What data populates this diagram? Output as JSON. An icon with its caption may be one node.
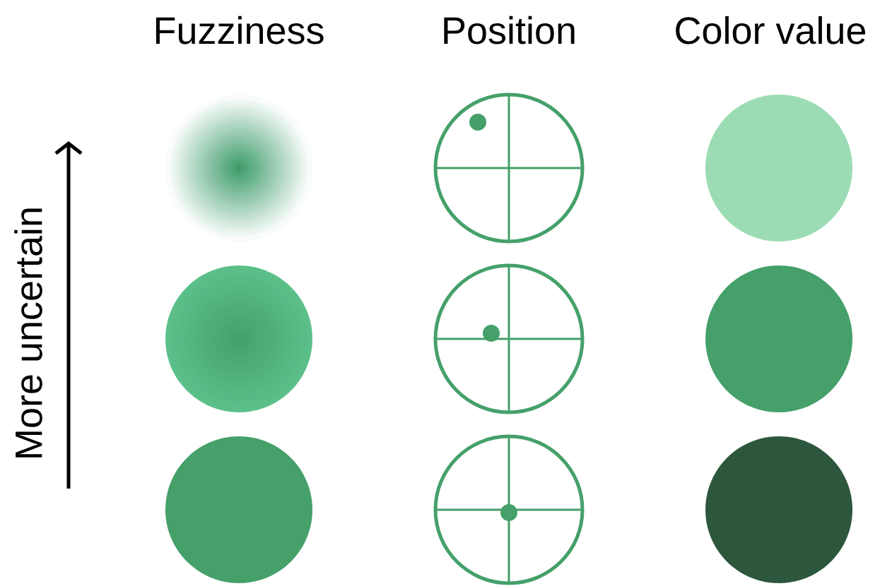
{
  "diagram": {
    "nodes": [
      {
        "text": [],
        "shape": "circle"
      },
      {
        "text": [],
        "shape": "circle"
      },
      {
        "text": [],
        "shape": "circle"
      },
      {
        "text": [],
        "shape": "circle"
      },
      {
        "text": [],
        "shape": "circle"
      },
      {
        "text": [],
        "shape": "circle"
      },
      {
        "text": [],
        "shape": "circle"
      },
      {
        "text": [],
        "shape": "circle"
      },
      {
        "text": [],
        "shape": "circle"
      }
    ],
    "labels": [
      "Fuzziness",
      "Position",
      "Color value",
      "More uncertain"
    ]
  }
}
